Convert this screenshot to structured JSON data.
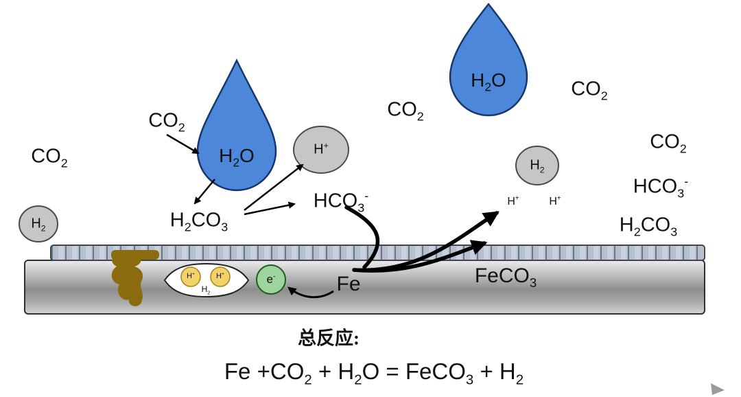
{
  "diagram": {
    "labels": {
      "co2": "CO_2",
      "h2o": "H_2O",
      "h2": "H_2",
      "h_plus": "H^+",
      "h2co3": "H_2CO_3",
      "hco3": "HCO_3^-",
      "feco3": "FeCO_3",
      "fe": "Fe",
      "e_minus": "e^-"
    },
    "overall": {
      "title": "总反应:",
      "equation": "Fe +CO_2 + H_2O = FeCO_3 + H_2"
    },
    "colors": {
      "droplet": "#4d87d9",
      "droplet_outline": "#16366e",
      "gas_bubble": "#c6c6c6",
      "gas_bubble_outline": "#4a4a4a",
      "electron": "#9fd49f",
      "electron_outline": "#1e5c1e",
      "h_ion": "#f2d36b",
      "h_ion_outline": "#a9841c",
      "corrosion": "#8a6c0e",
      "anode_bubble": "#ffffff",
      "arrow": "#000000",
      "cursor": "#9a9a9a"
    }
  }
}
